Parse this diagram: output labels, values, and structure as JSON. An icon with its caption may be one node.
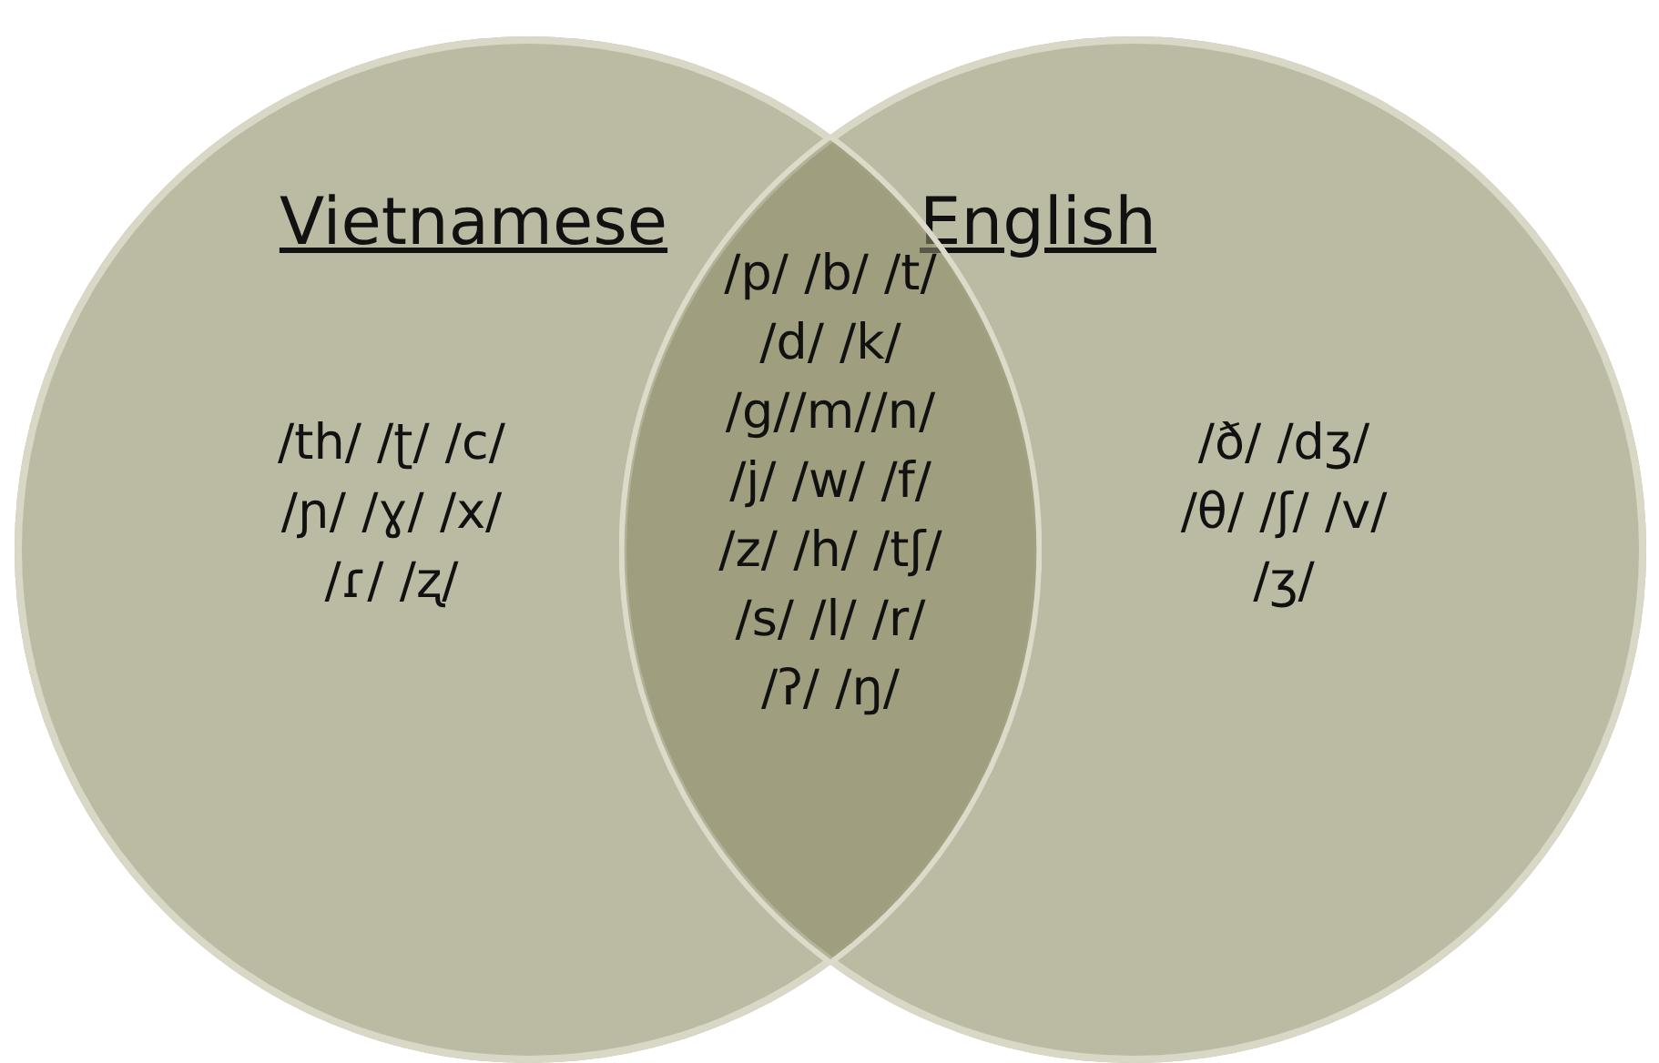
{
  "diagram": {
    "nodes": [
      {
        "text": [
          "Vietnamese",
          "/th/ /ʈ/ /c/ /ɲ/ /ɣ/ /x/ /ɾ/ /ʐ/"
        ]
      },
      {
        "text": [
          "English",
          "/ð/ /dʒ/ /θ/ /ʃ/ /v/ /ʒ/"
        ]
      },
      {
        "text": [
          "/p/ /b/ /t/ /d/ /k/ /g//m//n/ /j/ /w/ /f/ /z/ /h/ /tʃ/ /s/ /l/ /r/ /ʔ/ /ŋ/"
        ]
      }
    ]
  }
}
